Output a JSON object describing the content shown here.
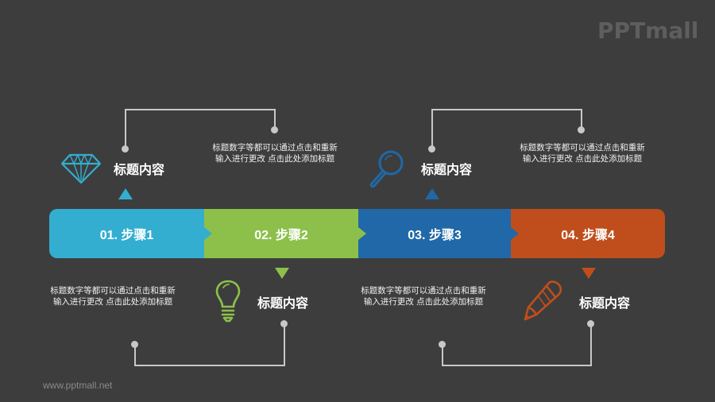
{
  "brand": {
    "logo": "PPTmall",
    "url": "www.pptmall.net"
  },
  "colors": {
    "background": "#3d3d3d",
    "step1": "#33aed1",
    "step2": "#8dc04a",
    "step3": "#2068a8",
    "step4": "#c04e1c",
    "connector": "#c8c8c8"
  },
  "steps": [
    {
      "label": "01. 步骤1",
      "title": "标题内容",
      "desc_line1": "标题数字等都可以通过点击和重新",
      "desc_line2": "输入进行更改 点击此处添加标题",
      "icon": "diamond-icon",
      "position": "top"
    },
    {
      "label": "02. 步骤2",
      "title": "标题内容",
      "desc_line1": "标题数字等都可以通过点击和重新",
      "desc_line2": "输入进行更改 点击此处添加标题",
      "icon": "lightbulb-icon",
      "position": "bottom"
    },
    {
      "label": "03. 步骤3",
      "title": "标题内容",
      "desc_line1": "标题数字等都可以通过点击和重新",
      "desc_line2": "输入进行更改 点击此处添加标题",
      "icon": "magnifier-icon",
      "position": "top"
    },
    {
      "label": "04. 步骤4",
      "title": "标题内容",
      "desc_line1": "标题数字等都可以通过点击和重新",
      "desc_line2": "输入进行更改 点击此处添加标题",
      "icon": "pencil-icon",
      "position": "bottom"
    }
  ]
}
